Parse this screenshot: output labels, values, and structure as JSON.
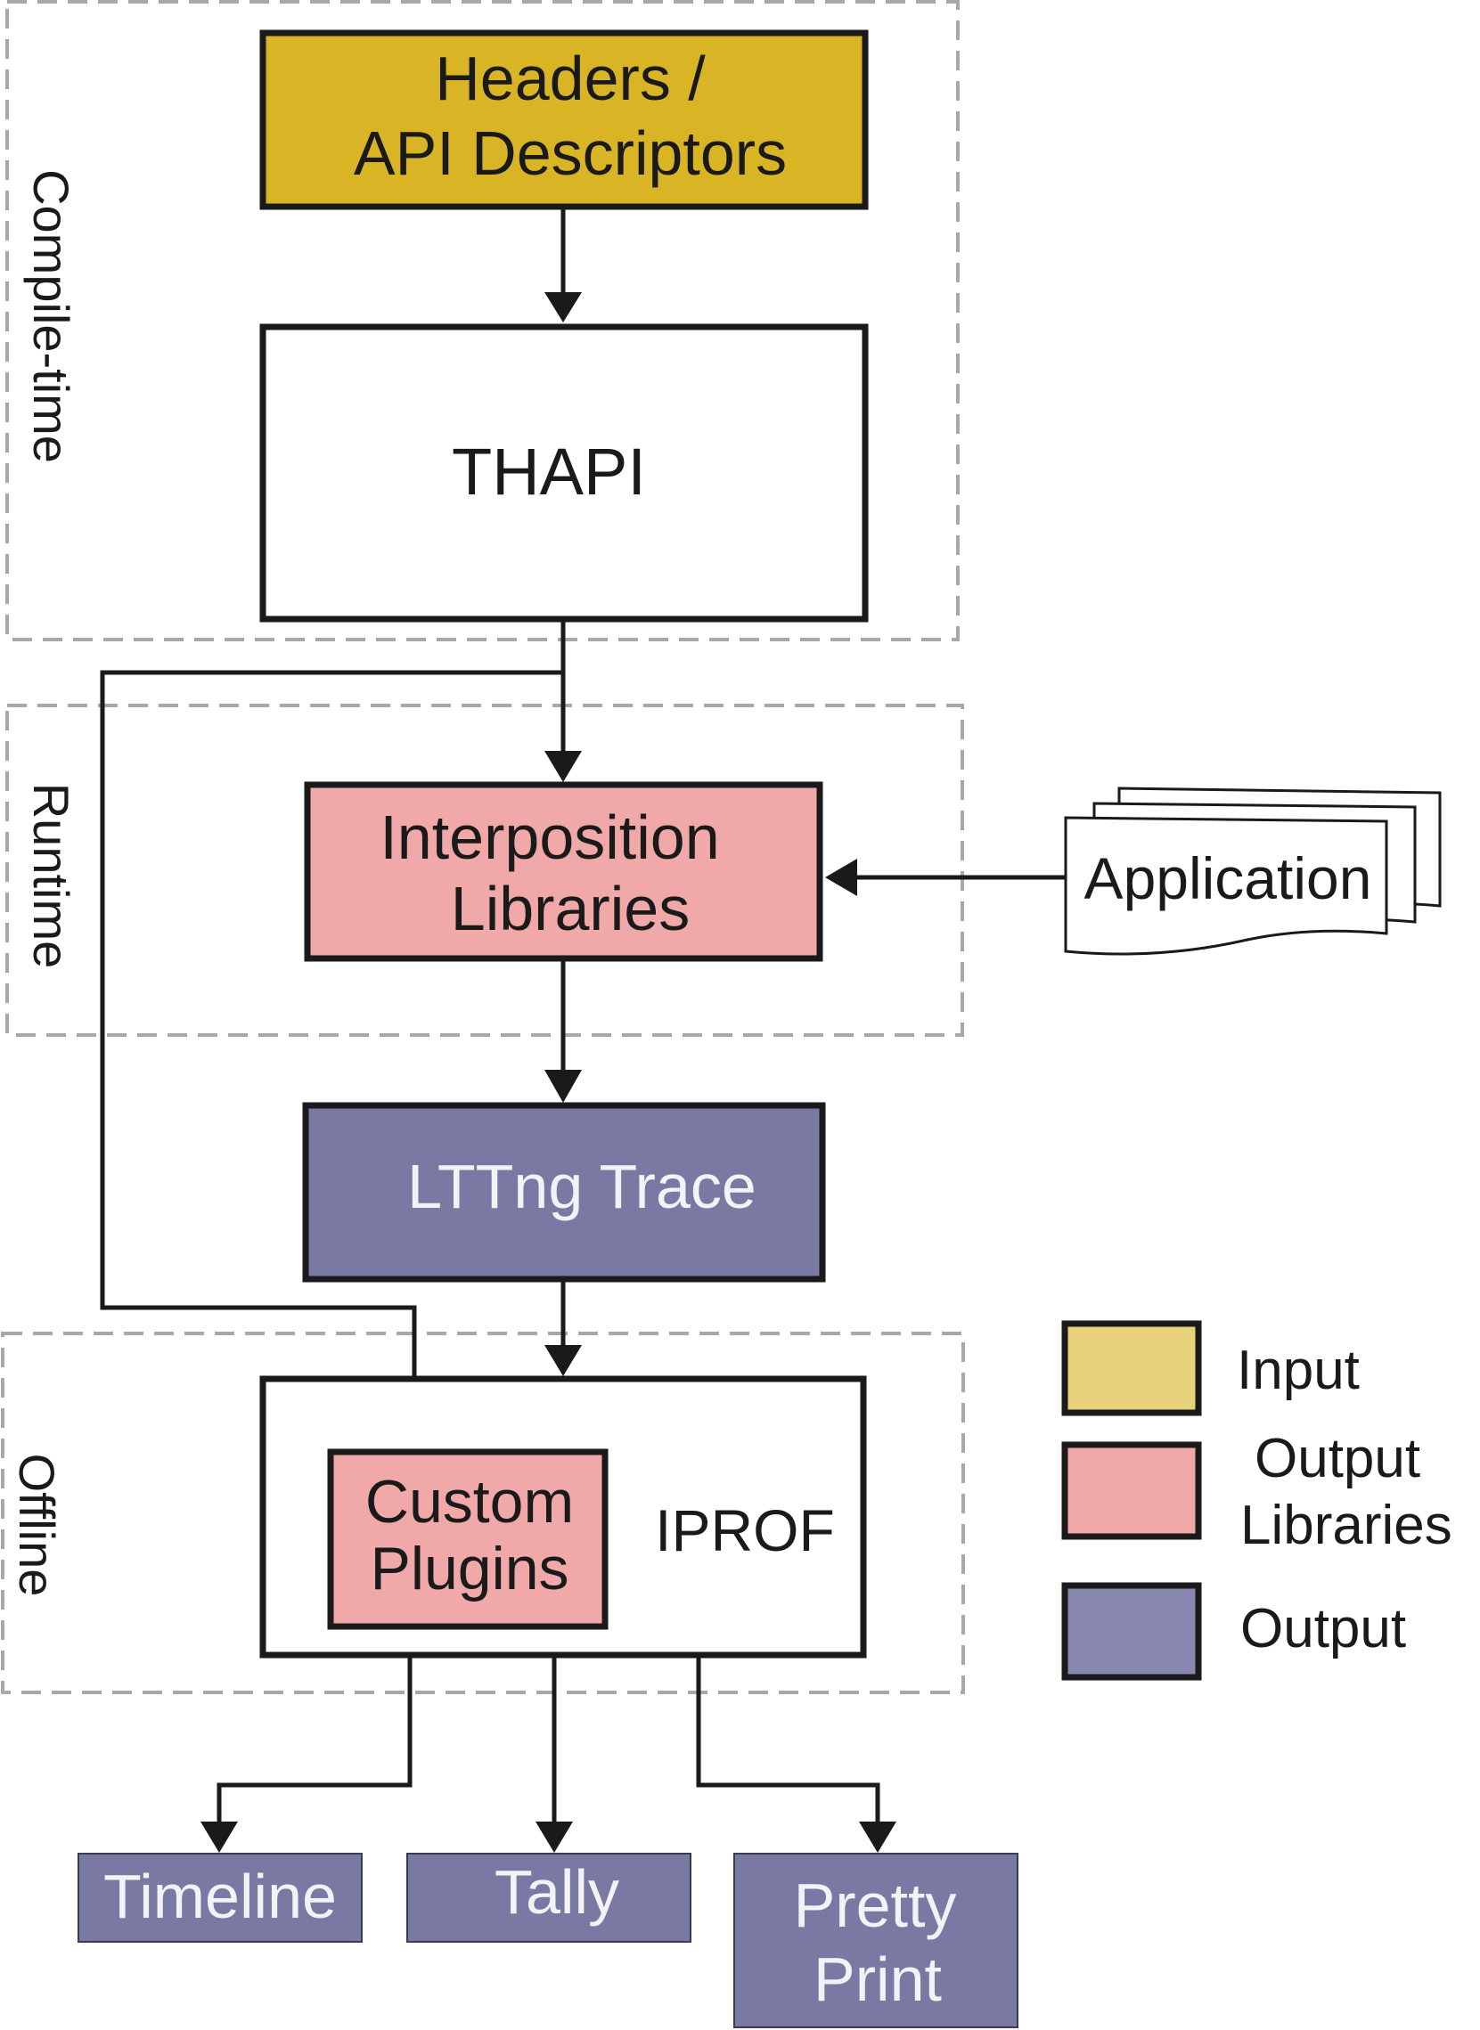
{
  "regions": {
    "compile_time": "Compile-time",
    "runtime": "Runtime",
    "offline": "Offline"
  },
  "nodes": {
    "headers_line1": "Headers /",
    "headers_line2": "API Descriptors",
    "thapi": "THAPI",
    "interposition_line1": "Interposition",
    "interposition_line2": "Libraries",
    "application": "Application",
    "lttng_trace": "LTTng Trace",
    "custom_plugins_line1": "Custom",
    "custom_plugins_line2": "Plugins",
    "iprof": "IPROF",
    "timeline": "Timeline",
    "tally": "Tally",
    "pretty_print_line1": "Pretty",
    "pretty_print_line2": "Print"
  },
  "legend": {
    "input": "Input",
    "output_libraries_line1": "Output",
    "output_libraries_line2": "Libraries",
    "output": "Output"
  },
  "colors": {
    "input": "#d9b526",
    "output_libraries": "#f0a8a8",
    "output": "#7a79a4",
    "legend_input": "#e8d27a",
    "legend_output": "#8887b0"
  }
}
